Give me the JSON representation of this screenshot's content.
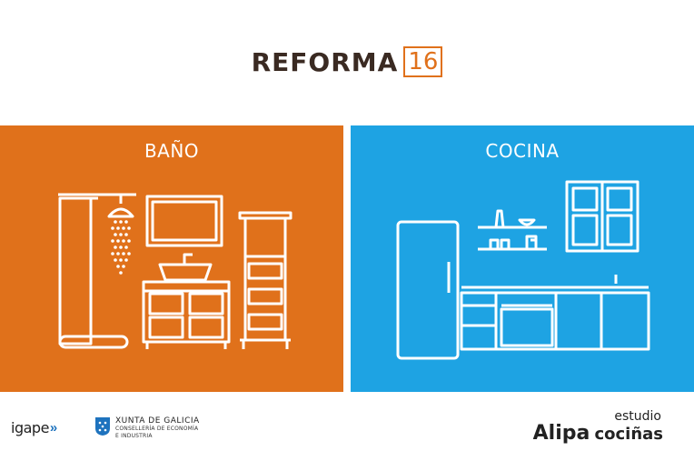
{
  "header": {
    "brand_word": "REFORMA",
    "brand_number": "16"
  },
  "panels": {
    "bano": {
      "title": "BAÑO",
      "color": "#e0711b"
    },
    "cocina": {
      "title": "COCINA",
      "color": "#1ea3e3"
    }
  },
  "footer": {
    "igape": {
      "text": "igape",
      "arrows": "»"
    },
    "xunta": {
      "title": "XUNTA DE GALICIA",
      "line1": "CONSELLERÍA DE ECONOMÍA",
      "line2": "E INDUSTRIA"
    },
    "studio": {
      "small": "estudio",
      "name": "Alipa",
      "rest": "cociñas"
    }
  },
  "icons": [
    "shower-icon",
    "mirror-icon",
    "sink-cabinet-icon",
    "bathroom-shelf-icon",
    "fridge-icon",
    "kitchen-shelf-icon",
    "kitchen-cabinet-icon",
    "kitchen-counter-icon",
    "xunta-shield-icon"
  ]
}
